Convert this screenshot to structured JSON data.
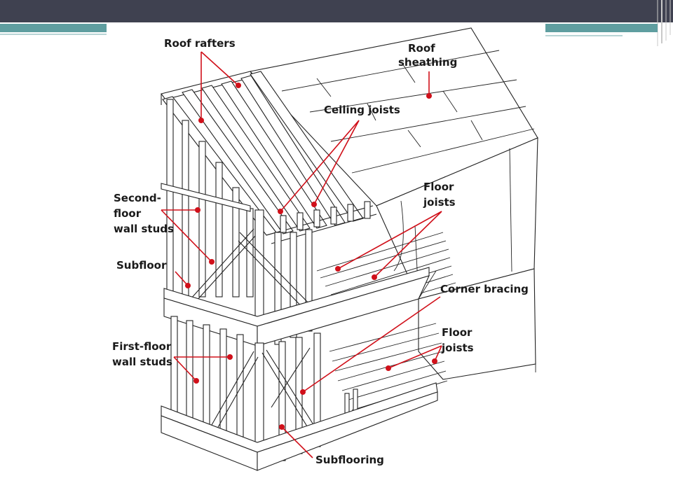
{
  "colors": {
    "title_bar": "#3f4150",
    "accent": "#5f9ea0",
    "accent_light": "#b8d4d5",
    "leader_red": "#d0101a",
    "ink": "#1a1a1a"
  },
  "diagram": {
    "labels": {
      "roof_rafters": "Roof rafters",
      "roof_sheathing_1": "Roof",
      "roof_sheathing_2": "sheathing",
      "ceiling_joists": "Ceiling joists",
      "second_floor_1": "Second-",
      "second_floor_2": "floor",
      "second_floor_3": "wall studs",
      "floor_joists_upper_1": "Floor",
      "floor_joists_upper_2": "joists",
      "subfloor": "Subfloor",
      "corner_bracing": "Corner bracing",
      "floor_joists_lower_1": "Floor",
      "floor_joists_lower_2": "joists",
      "first_floor_1": "First-floor",
      "first_floor_2": "wall studs",
      "subflooring": "Subflooring"
    }
  }
}
